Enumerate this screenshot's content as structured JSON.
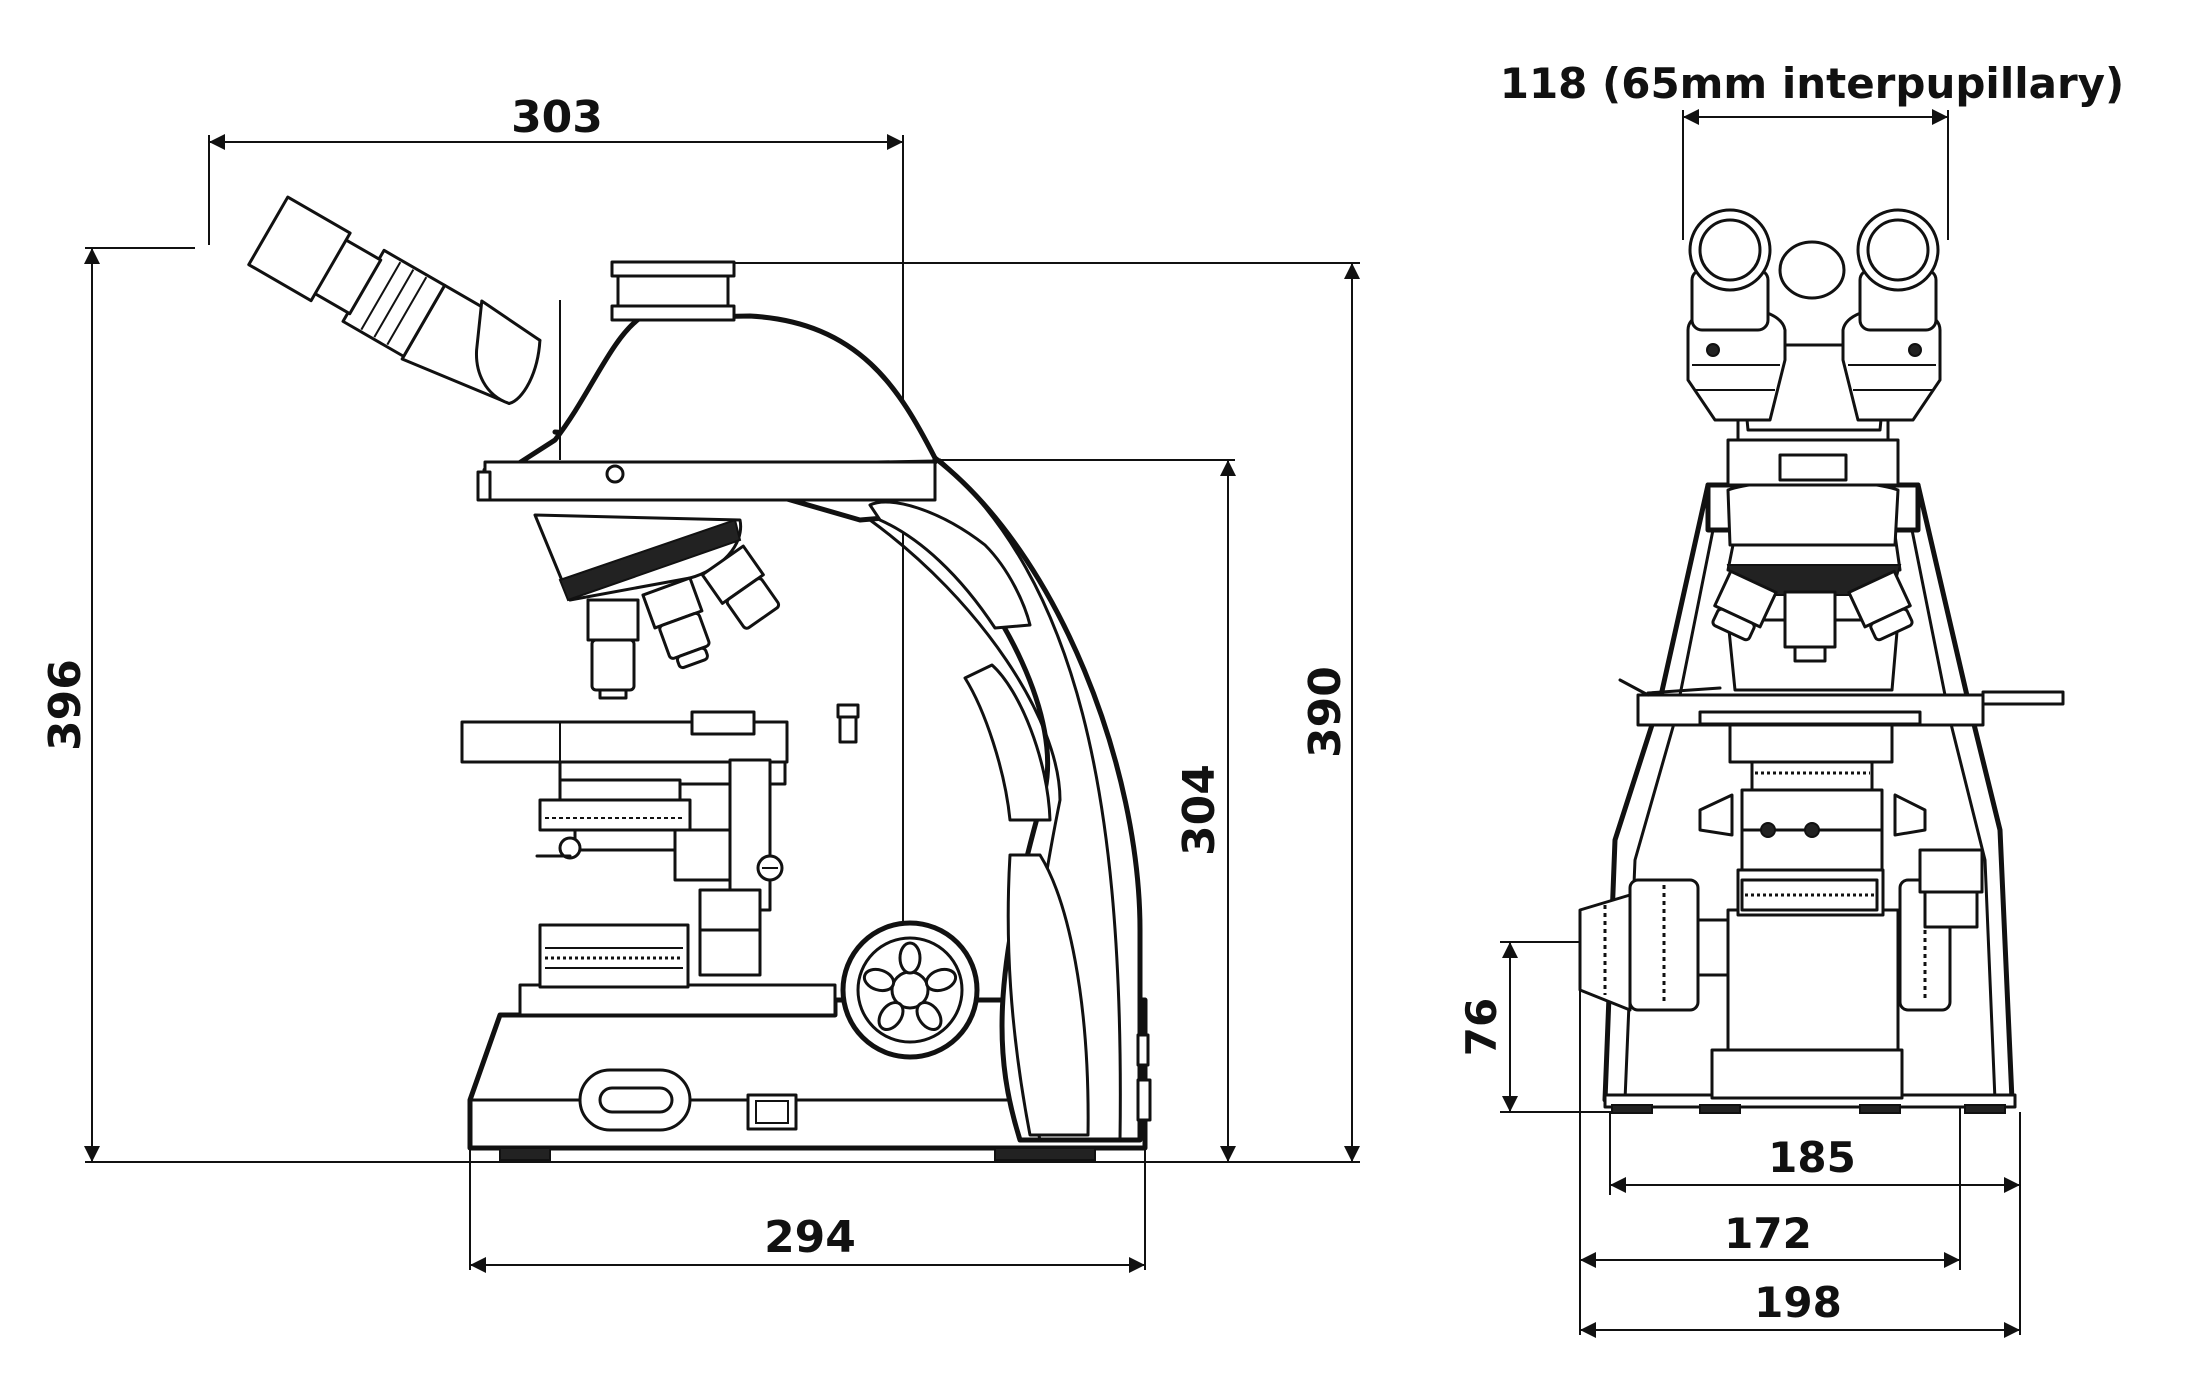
{
  "side_view": {
    "width_top": "303",
    "height_left": "396",
    "height_right": "390",
    "arm_height": "304",
    "base_width": "294"
  },
  "front_view": {
    "interpupillary": "118 (65mm interpupillary)",
    "knob_height": "76",
    "base_width_a": "185",
    "base_width_b": "172",
    "base_width_c": "198"
  },
  "colors": {
    "line": "#111111",
    "background": "#ffffff"
  }
}
